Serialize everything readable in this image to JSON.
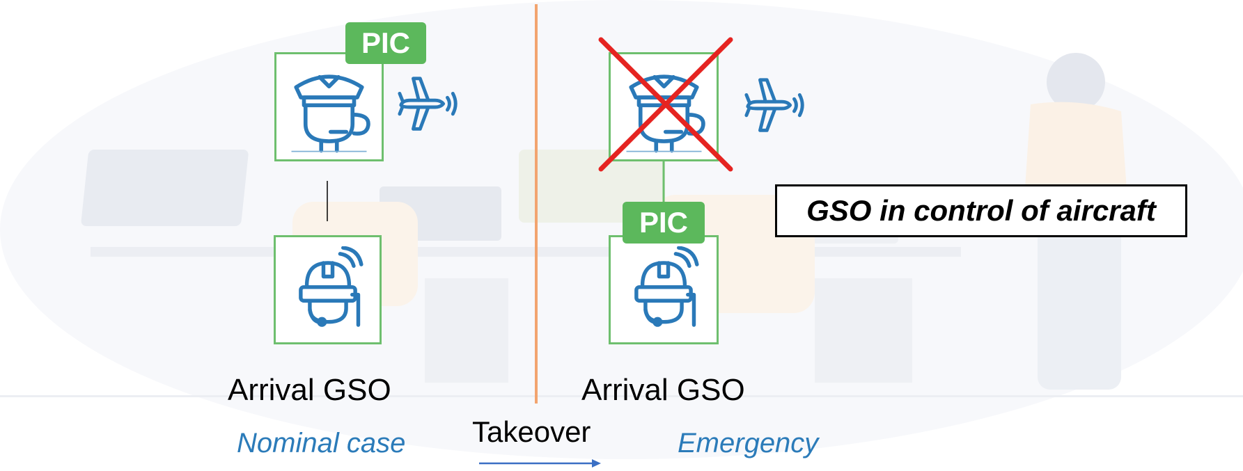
{
  "nominal": {
    "role_tag": "PIC",
    "person_caption": "Arrival GSO",
    "case_label": "Nominal case"
  },
  "emergency": {
    "role_tag": "PIC",
    "person_caption": "Arrival GSO",
    "case_label": "Emergency",
    "callout": "GSO in control of aircraft"
  },
  "transition": {
    "label": "Takeover"
  },
  "icons": {
    "pilot": "pilot-icon",
    "operator": "operator-headset-icon",
    "aircraft": "aircraft-signal-icon",
    "cross": "cross-mark-icon"
  },
  "colors": {
    "card_border": "#6ebf6e",
    "tag_fill": "#5cb85c",
    "icon": "#2a79b8",
    "divider": "#f2a46f",
    "cross": "#e52421",
    "case_text": "#2b7bb9",
    "arrow": "#3a6fc4"
  }
}
